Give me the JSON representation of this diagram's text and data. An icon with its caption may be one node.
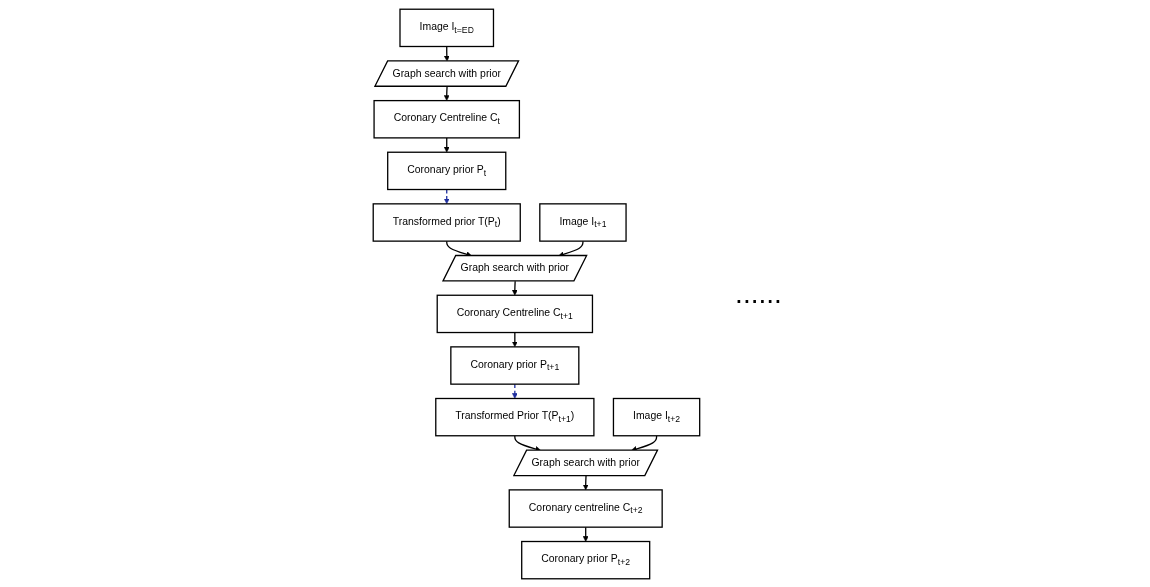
{
  "diagram": {
    "nodes": [
      {
        "text": [
          "Image I$_{t=ED}$"
        ]
      },
      {
        "text": [
          "Graph search with prior"
        ]
      },
      {
        "text": [
          "Coronary Centreline C$_{t}$"
        ]
      },
      {
        "text": [
          "Coronary prior P$_{t}$"
        ]
      },
      {
        "text": [
          "Transformed prior T(P$_{t}$)"
        ]
      },
      {
        "text": [
          "Image I$_{t+1}$"
        ]
      },
      {
        "text": [
          "Graph search with prior"
        ]
      },
      {
        "text": [
          "Coronary Centreline C$_{t+1}$"
        ]
      },
      {
        "text": [
          "Coronary prior P$_{t+1}$"
        ]
      },
      {
        "text": [
          "Transformed Prior T(P$_{t+1}$)"
        ]
      },
      {
        "text": [
          "Image I$_{t+2}$"
        ]
      },
      {
        "text": [
          "Graph search with prior"
        ]
      },
      {
        "text": [
          "Coronary centreline C$_{t+2}$"
        ]
      },
      {
        "text": [
          "Coronary prior P$_{t+2}$"
        ]
      }
    ],
    "edges": [
      {
        "from": 0,
        "to": 1,
        "arrow": "to"
      },
      {
        "from": 1,
        "to": 2,
        "arrow": "to"
      },
      {
        "from": 2,
        "to": 3,
        "arrow": "to"
      },
      {
        "from": 3,
        "to": 4,
        "arrow": "to",
        "style": "dashed",
        "color": "#1f2f9f"
      },
      {
        "from": 4,
        "to": 6,
        "arrow": "to"
      },
      {
        "from": 5,
        "to": 6,
        "arrow": "to"
      },
      {
        "from": 6,
        "to": 7,
        "arrow": "to"
      },
      {
        "from": 7,
        "to": 8,
        "arrow": "to"
      },
      {
        "from": 8,
        "to": 9,
        "arrow": "to",
        "style": "dashed",
        "color": "#1f2f9f"
      },
      {
        "from": 9,
        "to": 11,
        "arrow": "to"
      },
      {
        "from": 10,
        "to": 11,
        "arrow": "to"
      },
      {
        "from": 11,
        "to": 12,
        "arrow": "to"
      },
      {
        "from": 12,
        "to": 13,
        "arrow": "to"
      }
    ],
    "labels": [
      "......"
    ]
  }
}
